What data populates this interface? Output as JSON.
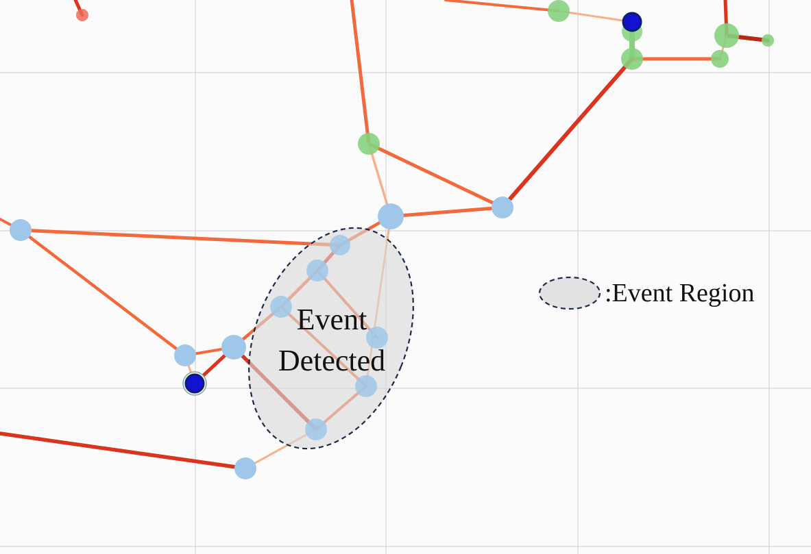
{
  "event_label_line1": "Event",
  "event_label_line2": "Detected",
  "legend_label": ":Event Region",
  "colors": {
    "background": "#fbfbfb",
    "grid": "#d6d6d6",
    "edge_strong": "#d9341f",
    "edge_mid": "#f26a3b",
    "edge_light": "#f7b08a",
    "node_blue": "#9ec7e9",
    "node_green": "#86d27e",
    "node_red": "#ef6b5b",
    "marker_fill": "#1212d0",
    "marker_stroke": "#0b1d6e",
    "region_fill": "#d9d9d9",
    "region_stroke": "#1b2a4a"
  }
}
